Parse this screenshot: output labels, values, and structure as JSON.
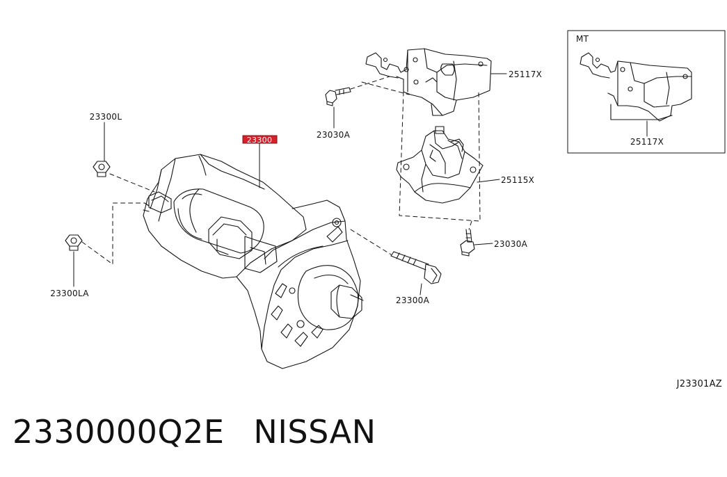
{
  "parts": {
    "starter": "23300",
    "nut_upper": "23300L",
    "nut_lower": "23300LA",
    "bolt_long": "23300A",
    "bolt_upper": "23030A",
    "bolt_lower": "23030A",
    "bracket_main": "25117X",
    "bracket_mt": "25117X",
    "mount": "25115X"
  },
  "inset": {
    "label": "MT"
  },
  "diagram_code": "J23301AZ",
  "footer": {
    "part_number": "2330000Q2E",
    "brand": "NISSAN"
  },
  "colors": {
    "highlight": "#d6202a",
    "line": "#111111",
    "background": "#ffffff"
  }
}
